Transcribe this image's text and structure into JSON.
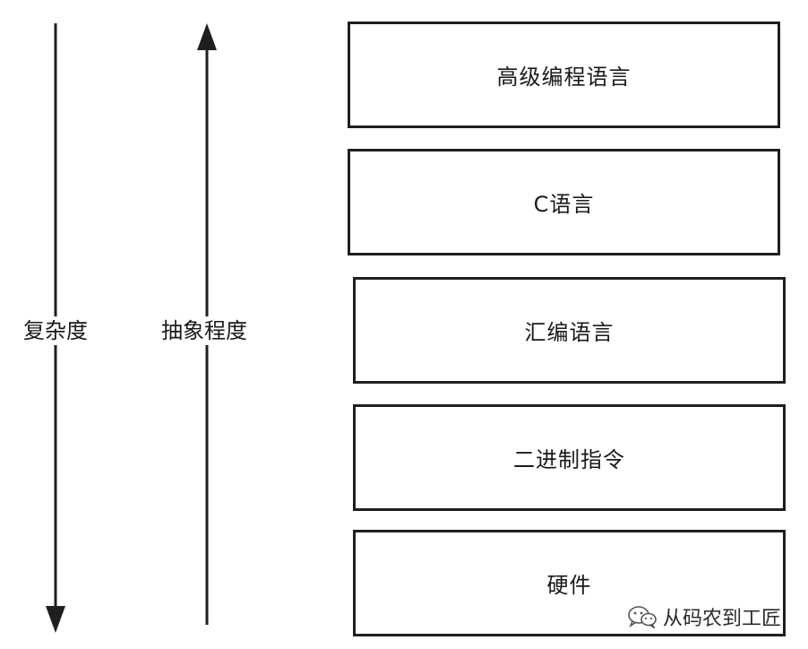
{
  "axes": {
    "complexity_label": "复杂度",
    "abstraction_label": "抽象程度"
  },
  "layers": [
    {
      "label": "高级编程语言"
    },
    {
      "label": "C语言"
    },
    {
      "label": "汇编语言"
    },
    {
      "label": "二进制指令"
    },
    {
      "label": "硬件"
    }
  ],
  "watermark": {
    "text": "从码农到工匠",
    "icon": "wechat-icon"
  },
  "colors": {
    "line": "#1f1f1f",
    "text": "#1a1a1a",
    "background": "#ffffff"
  }
}
